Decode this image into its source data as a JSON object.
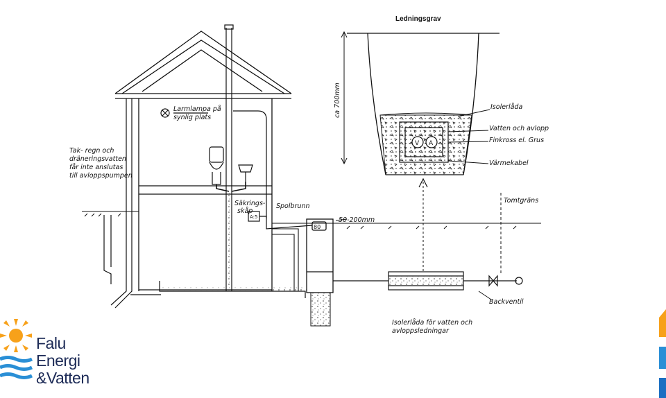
{
  "diagram": {
    "title": "Ledningsgrav",
    "labels": {
      "larmlampa_1": "Larmlampa på",
      "larmlampa_2": "synlig plats",
      "takregn_1": "Tak- regn och",
      "takregn_2": "dräneringsvatten",
      "takregn_3": "får inte anslutas",
      "takregn_4": "till avloppspumpen",
      "sakring_1": "Säkrings-",
      "sakring_2": "skåp",
      "spolbrunn": "Spolbrunn",
      "depth": "ca 700mm",
      "isolerlada": "Isolerlåda",
      "vatten_avlopp": "Vatten och avlopp",
      "finkross": "Finkross el. Grus",
      "varmekabel": "Värmekabel",
      "tomtgrans": "Tomtgräns",
      "distance": "50-200mm",
      "backventil": "Backventil",
      "isolerlada_bottom_1": "Isolerlåda för vatten och",
      "isolerlada_bottom_2": "avloppsledningar",
      "pipe_v": "V",
      "pipe_a": "A"
    }
  },
  "brand": {
    "line1": "Falu",
    "line2": "Energi",
    "line3": "&Vatten",
    "sun_color": "#f7a11a",
    "wave_color": "#2a8fd6",
    "text_color": "#1d2b57"
  },
  "right_edge_marks": {
    "colors": [
      "#f7a11a",
      "#2a8fd6",
      "#1b6fc2"
    ]
  }
}
